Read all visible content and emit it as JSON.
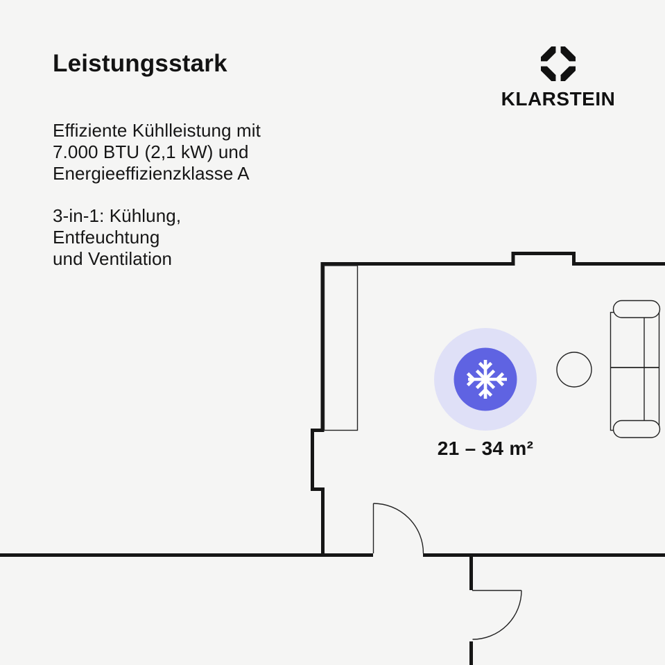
{
  "canvas": {
    "background": "#f5f5f4",
    "text_color": "#131313"
  },
  "title": "Leistungsstark",
  "brand": {
    "name": "KLARSTEIN",
    "logo_icon": "klarstein-octagon-icon",
    "logo_color": "#111111"
  },
  "paragraphs": [
    {
      "text": "Effiziente Kühlleistung mit\n7.000 BTU (2,1 kW) und\nEnergieeffizienzklasse A"
    },
    {
      "text": "3-in-1: Kühlung,\nEntfeuchtung\nund Ventilation"
    }
  ],
  "floorplan": {
    "wall_color": "#161616",
    "furniture_line_color": "#232323",
    "area_label": "21 – 34 m²",
    "objects": [
      "wardrobe",
      "door-bottom",
      "door-right",
      "side-table",
      "sofa"
    ],
    "marker": {
      "icon": "snowflake-icon",
      "core_color": "#5f63e2",
      "halo_color": "#dfe0f7",
      "icon_color": "#ffffff"
    }
  }
}
